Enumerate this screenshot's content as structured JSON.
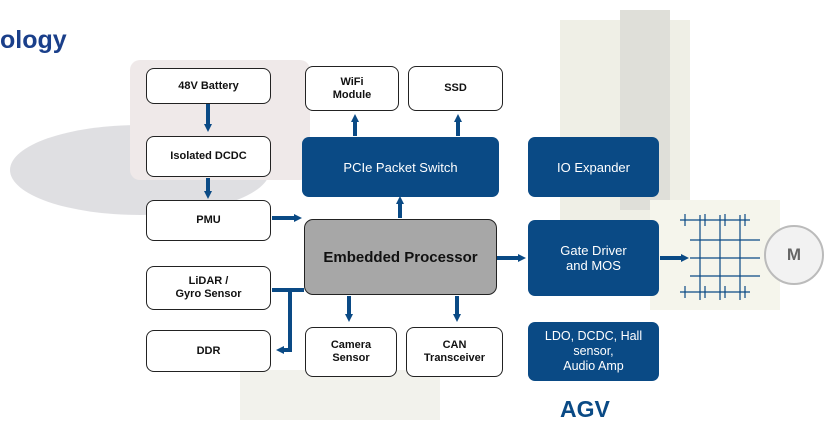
{
  "header": {
    "title": "ology"
  },
  "blocks": {
    "battery": "48V Battery",
    "isolated_dcdc": "Isolated DCDC",
    "pmu": "PMU",
    "lidar": "LiDAR /\nGyro Sensor",
    "ddr": "DDR",
    "wifi": "WiFi\nModule",
    "ssd": "SSD",
    "pcie": "PCIe Packet Switch",
    "processor": "Embedded Processor",
    "camera": "Camera\nSensor",
    "can": "CAN\nTransceiver",
    "io_expander": "IO Expander",
    "gate_driver": "Gate Driver\nand MOS",
    "ldo": "LDO, DCDC, Hall\nsensor,\nAudio Amp",
    "motor": "M"
  },
  "footer": {
    "label": "AGV"
  },
  "colors": {
    "blue_block": "#0a4a85",
    "processor": "#a7a7a7",
    "title": "#1a3f8a",
    "arrow": "#0a4a85"
  }
}
